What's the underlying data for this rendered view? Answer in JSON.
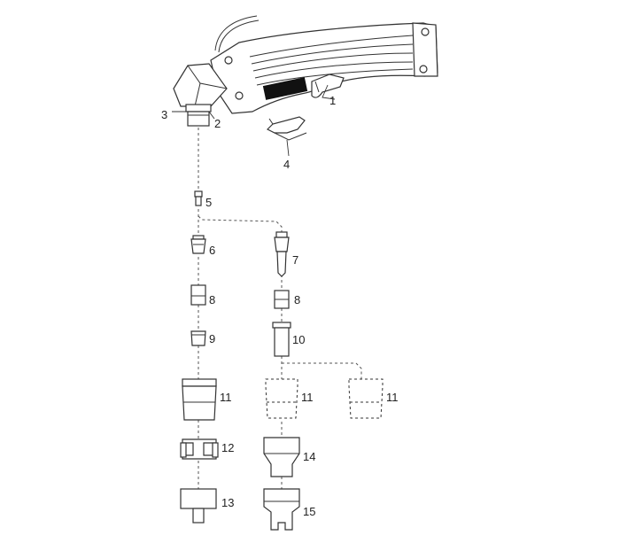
{
  "callouts": {
    "c1": "1",
    "c2": "2",
    "c3": "3",
    "c4": "4",
    "c5": "5",
    "c6": "6",
    "c7": "7",
    "c8a": "8",
    "c8b": "8",
    "c9": "9",
    "c10": "10",
    "c11a": "11",
    "c11b": "11",
    "c11c": "11",
    "c12": "12",
    "c13": "13",
    "c14": "14",
    "c15": "15"
  }
}
